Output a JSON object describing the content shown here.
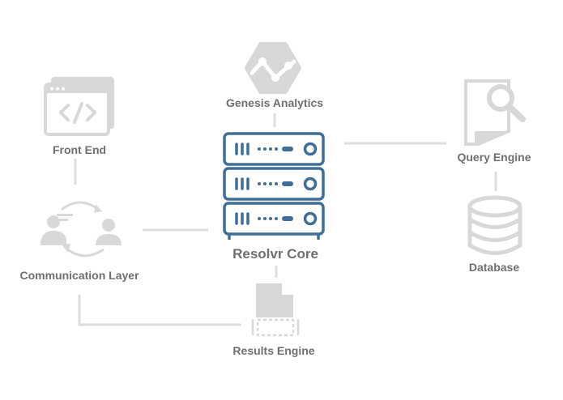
{
  "nodes": {
    "genesis": {
      "label": "Genesis Analytics",
      "icon": "hexagon-analytics-icon"
    },
    "frontend": {
      "label": "Front End",
      "icon": "code-window-icon"
    },
    "communication": {
      "label": "Communication Layer",
      "icon": "people-exchange-icon"
    },
    "core": {
      "label": "Resolvr Core",
      "icon": "server-stack-icon"
    },
    "query": {
      "label": "Query Engine",
      "icon": "document-search-icon"
    },
    "database": {
      "label": "Database",
      "icon": "database-icon"
    },
    "results": {
      "label": "Results Engine",
      "icon": "document-selection-icon"
    }
  },
  "colors": {
    "core_accent": "#3f6f96",
    "muted_icon": "#d8d8d8",
    "connector": "#dedede",
    "label_text": "#6f6f6f"
  }
}
